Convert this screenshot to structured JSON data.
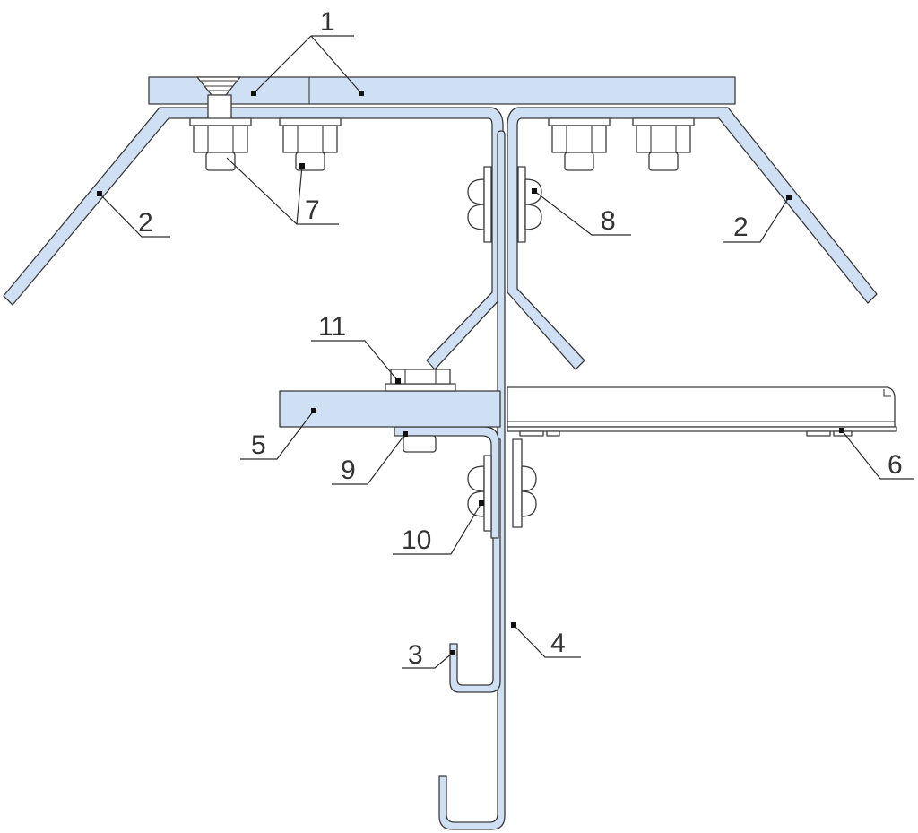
{
  "callouts": [
    {
      "id": "c1",
      "label": "1"
    },
    {
      "id": "c2a",
      "label": "2"
    },
    {
      "id": "c2b",
      "label": "2"
    },
    {
      "id": "c3",
      "label": "3"
    },
    {
      "id": "c4",
      "label": "4"
    },
    {
      "id": "c5",
      "label": "5"
    },
    {
      "id": "c6",
      "label": "6"
    },
    {
      "id": "c7",
      "label": "7"
    },
    {
      "id": "c8",
      "label": "8"
    },
    {
      "id": "c9",
      "label": "9"
    },
    {
      "id": "c10",
      "label": "10"
    },
    {
      "id": "c11",
      "label": "11"
    }
  ],
  "colors": {
    "part_fill": "#cfe0f5",
    "outline": "#3a3a3a",
    "hardware_fill": "#ffffff"
  }
}
